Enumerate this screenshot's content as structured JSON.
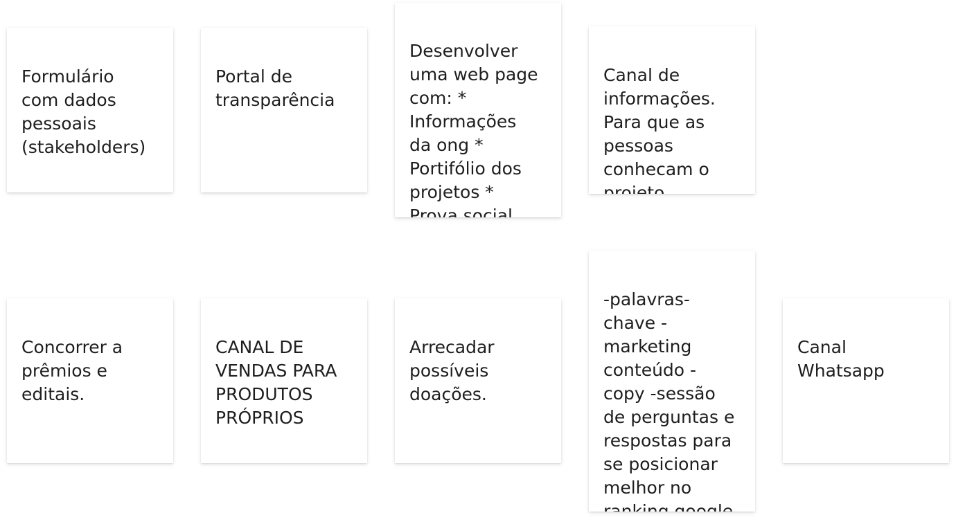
{
  "notes": [
    {
      "id": "n1",
      "text": "Formulário\ncom dados\npessoais\n(stakeholders)"
    },
    {
      "id": "n2",
      "text": "Portal de\ntransparência"
    },
    {
      "id": "n3",
      "text": "Desenvolver\numa web page\ncom: *\nInformações\nda ong  *\nPortifólio dos\nprojetos  *\nProva social"
    },
    {
      "id": "n4",
      "text": "Canal de\ninformações.\nPara que as\npessoas\nconhecam o\nprojeto"
    },
    {
      "id": "n5",
      "text": "Concorrer a\nprêmios e\neditais."
    },
    {
      "id": "n6",
      "text": "CANAL DE\nVENDAS PARA\nPRODUTOS\nPRÓPRIOS"
    },
    {
      "id": "n7",
      "text": "Arrecadar\npossíveis\ndoações."
    },
    {
      "id": "n8",
      "text": "-palavras-\nchave -\nmarketing\nconteúdo  -\ncopy -sessão\nde perguntas e\nrespostas para\nse posicionar\nmelhor no\nranking google"
    },
    {
      "id": "n9",
      "text": "Canal\nWhatsapp"
    }
  ]
}
